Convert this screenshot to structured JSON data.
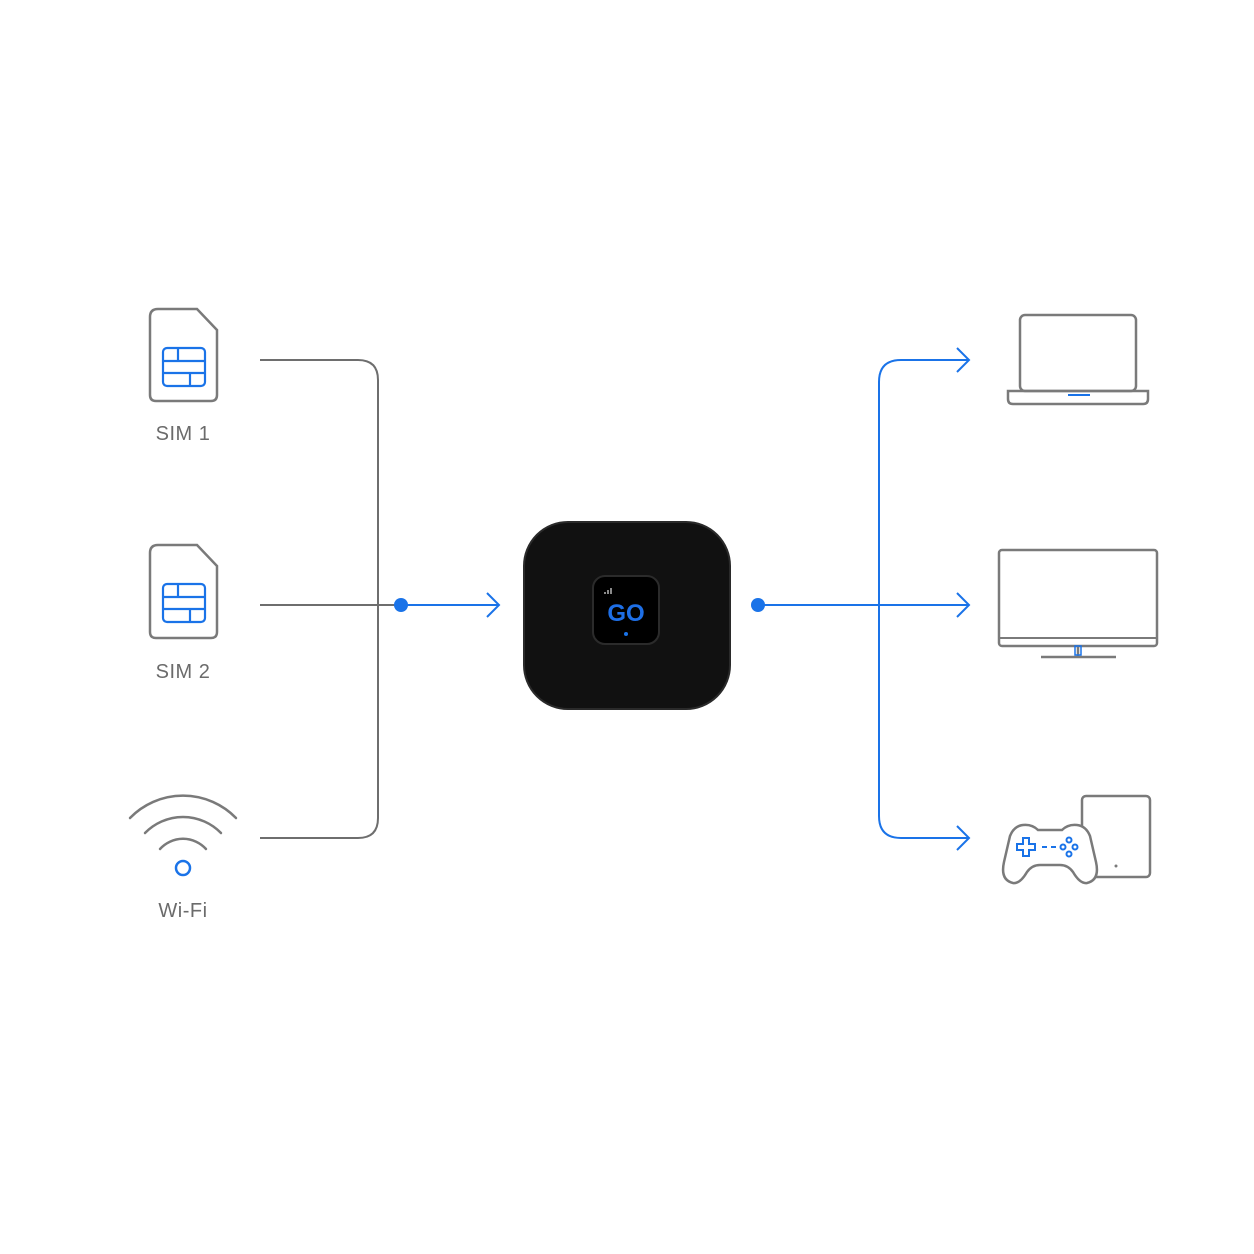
{
  "colors": {
    "accent": "#1a73e8",
    "line_gray": "#6e6e6e",
    "icon_gray": "#7a7a7a",
    "device_body": "#111111",
    "label": "#6b6b6b"
  },
  "inputs": [
    {
      "label": "SIM 1",
      "icon": "sim-card-icon"
    },
    {
      "label": "SIM 2",
      "icon": "sim-card-icon"
    },
    {
      "label": "Wi-Fi",
      "icon": "wifi-icon"
    }
  ],
  "device": {
    "screen_text": "GO",
    "icon": "router-device"
  },
  "outputs": [
    {
      "icon": "laptop-icon"
    },
    {
      "icon": "tv-monitor-icon"
    },
    {
      "icon": "game-console-icon"
    }
  ]
}
